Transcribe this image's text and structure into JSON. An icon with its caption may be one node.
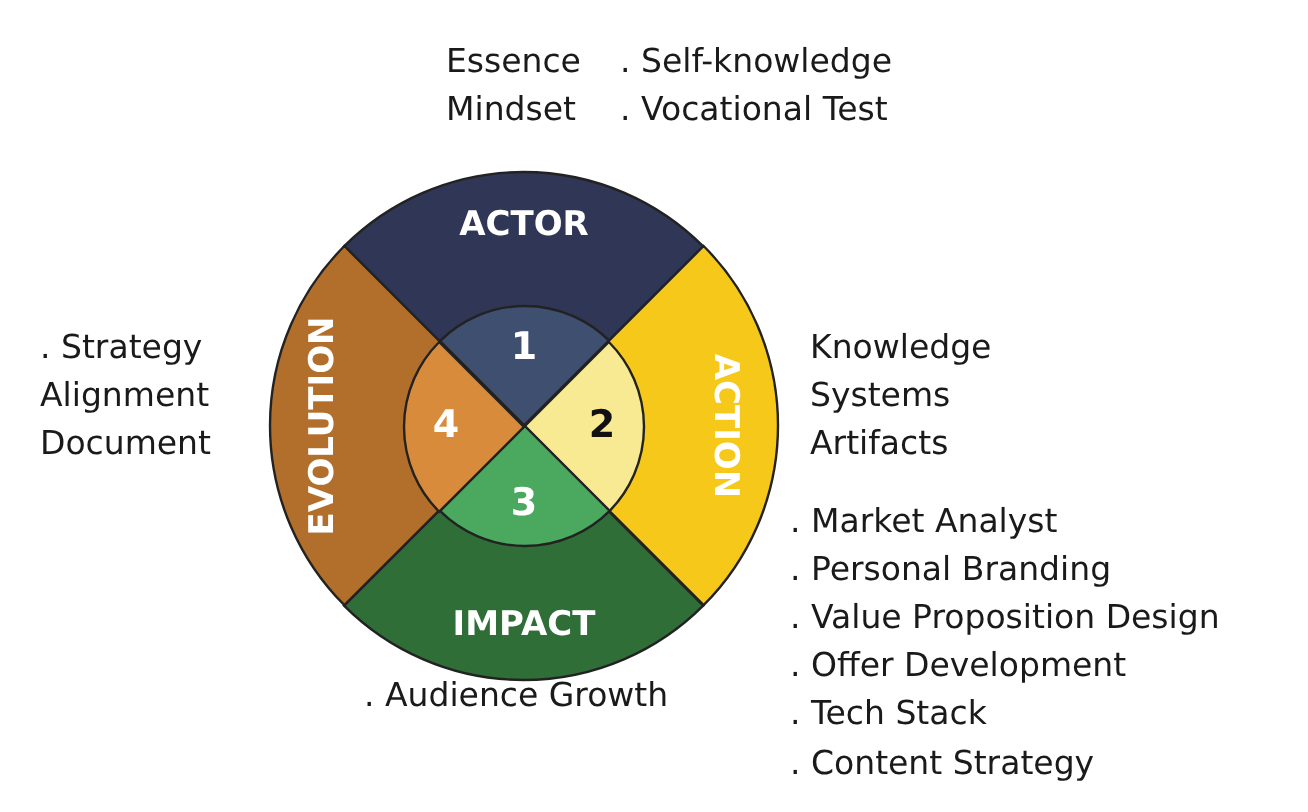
{
  "diagram": {
    "nodes": [
      {
        "text": [
          "ACTOR"
        ]
      },
      {
        "text": [
          "1"
        ],
        "in": 0
      },
      {
        "text": [
          "ACTION"
        ]
      },
      {
        "text": [
          "2"
        ],
        "in": 2
      },
      {
        "text": [
          "IMPACT"
        ]
      },
      {
        "text": [
          "3"
        ],
        "in": 4
      },
      {
        "text": [
          "EVOLUTION"
        ]
      },
      {
        "text": [
          "4"
        ],
        "in": 6
      }
    ],
    "labels": [
      "Essence",
      ". Self-knowledge",
      "Mindset",
      ". Vocational Test",
      ". Strategy Alignment Document",
      "Knowledge",
      "Systems",
      "Artifacts",
      ". Market Analyst",
      ". Personal Branding",
      ". Value Proposition Design",
      ". Offer Development",
      ". Tech Stack",
      ". Content Strategy",
      ". Audience Growth"
    ]
  }
}
